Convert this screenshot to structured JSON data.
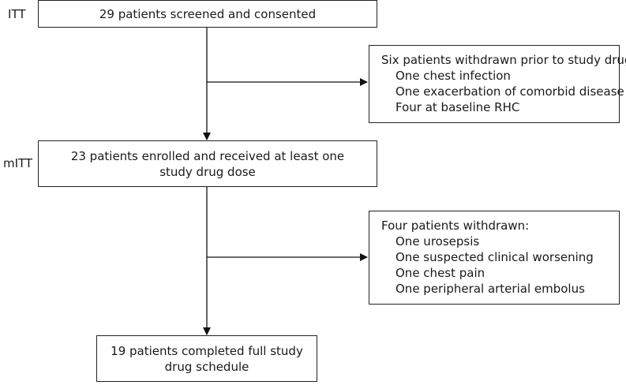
{
  "stages": {
    "itt": "ITT",
    "mitt": "mITT"
  },
  "main_boxes": {
    "screened": "29 patients screened and consented",
    "enrolled_line1": "23 patients enrolled and received at least one",
    "enrolled_line2": "study drug dose",
    "completed_line1": "19 patients completed full study",
    "completed_line2": "drug schedule"
  },
  "withdrawal_boxes": [
    {
      "heading": "Six patients withdrawn prior to study drug:",
      "items": [
        "One chest infection",
        "One exacerbation of comorbid disease",
        "Four at baseline RHC"
      ]
    },
    {
      "heading": "Four patients withdrawn:",
      "items": [
        "One urosepsis",
        "One suspected clinical worsening",
        "One chest pain",
        "One peripheral arterial embolus"
      ]
    }
  ]
}
